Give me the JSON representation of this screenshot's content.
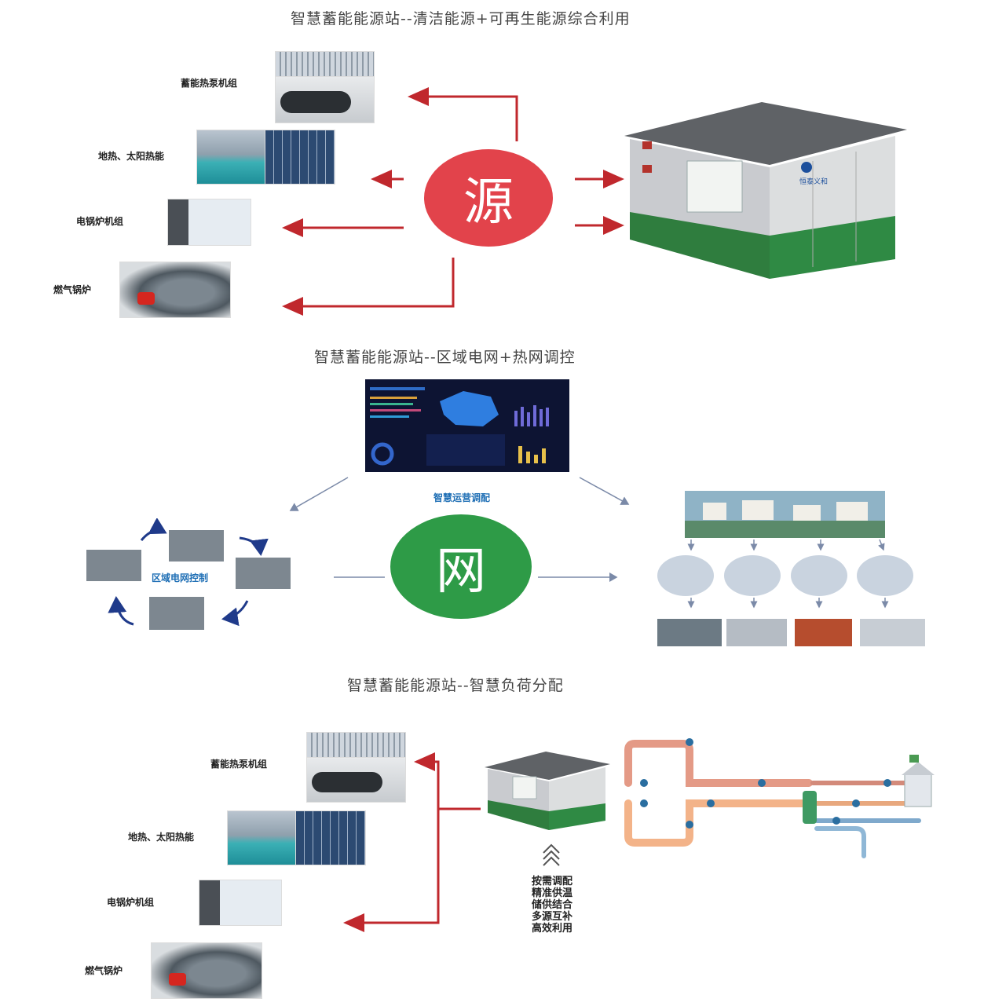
{
  "section1": {
    "title": "智慧蓄能能源站--清洁能源+可再生能源综合利用",
    "hub": "源",
    "items": [
      "蓄能热泵机组",
      "地热、太阳热能",
      "电锅炉机组",
      "燃气锅炉"
    ],
    "station_sign": "恒泰义和"
  },
  "section2": {
    "title": "智慧蓄能能源站--区域电网+热网调控",
    "hub": "网",
    "dispatch_label": "智慧运营调配",
    "grid_label": "区域电网控制"
  },
  "section3": {
    "title": "智慧蓄能能源站--智慧负荷分配",
    "items": [
      "蓄能热泵机组",
      "地热、太阳热能",
      "电锅炉机组",
      "燃气锅炉"
    ],
    "features": [
      "按需调配",
      "精准供温",
      "储供结合",
      "多源互补",
      "高效利用"
    ]
  },
  "colors": {
    "red": "#e2434b",
    "green": "#2e9b47",
    "arrow_red": "#c0282d",
    "arrow_gray": "#7b8aa8"
  }
}
